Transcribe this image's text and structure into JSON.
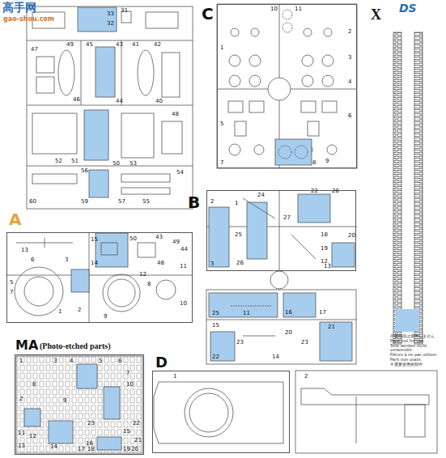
{
  "diagram": {
    "nodes": [
      {
        "text": [
          "C"
        ]
      },
      {
        "text": [
          "B"
        ]
      },
      {
        "text": [
          "A"
        ]
      },
      {
        "text": [
          "MA",
          "(Photo-etched parts)"
        ]
      },
      {
        "text": [
          "D"
        ]
      },
      {
        "text": [
          "X"
        ]
      }
    ],
    "labels": [
      "高手网",
      "gao-shou.com",
      "DS",
      "Parts not for use.",
      "Teile werden nicht verwendet.",
      "Pièces à ne pas utiliser.",
      "Parti non usate.",
      "不需要使用的部件",
      "31",
      "33",
      "32",
      "47",
      "49",
      "45",
      "43",
      "41",
      "42",
      "46",
      "44",
      "40",
      "48",
      "52",
      "51",
      "50",
      "53",
      "56",
      "54",
      "59",
      "57",
      "55",
      "60",
      "10",
      "11",
      "1",
      "2",
      "3",
      "4",
      "6",
      "5",
      "7",
      "8",
      "9",
      "50",
      "43",
      "49",
      "44",
      "15",
      "14",
      "48",
      "6",
      "3",
      "5",
      "7",
      "1",
      "2",
      "12",
      "8",
      "11",
      "10",
      "9",
      "13",
      "24",
      "1",
      "2",
      "22",
      "26",
      "27",
      "25",
      "3",
      "26",
      "18",
      "20",
      "19",
      "12",
      "13",
      "25",
      "11",
      "16",
      "17",
      "15",
      "20",
      "21",
      "22",
      "14",
      "23",
      "23",
      "1",
      "3",
      "4",
      "5",
      "6",
      "7",
      "8",
      "9",
      "10",
      "2",
      "11",
      "12",
      "13",
      "14",
      "15",
      "16",
      "17",
      "18",
      "19",
      "20",
      "21",
      "22",
      "23",
      "1",
      "2"
    ],
    "legend": [
      {
        "text": "不要部品は使用しません",
        "color": "#a6cdee"
      }
    ]
  }
}
